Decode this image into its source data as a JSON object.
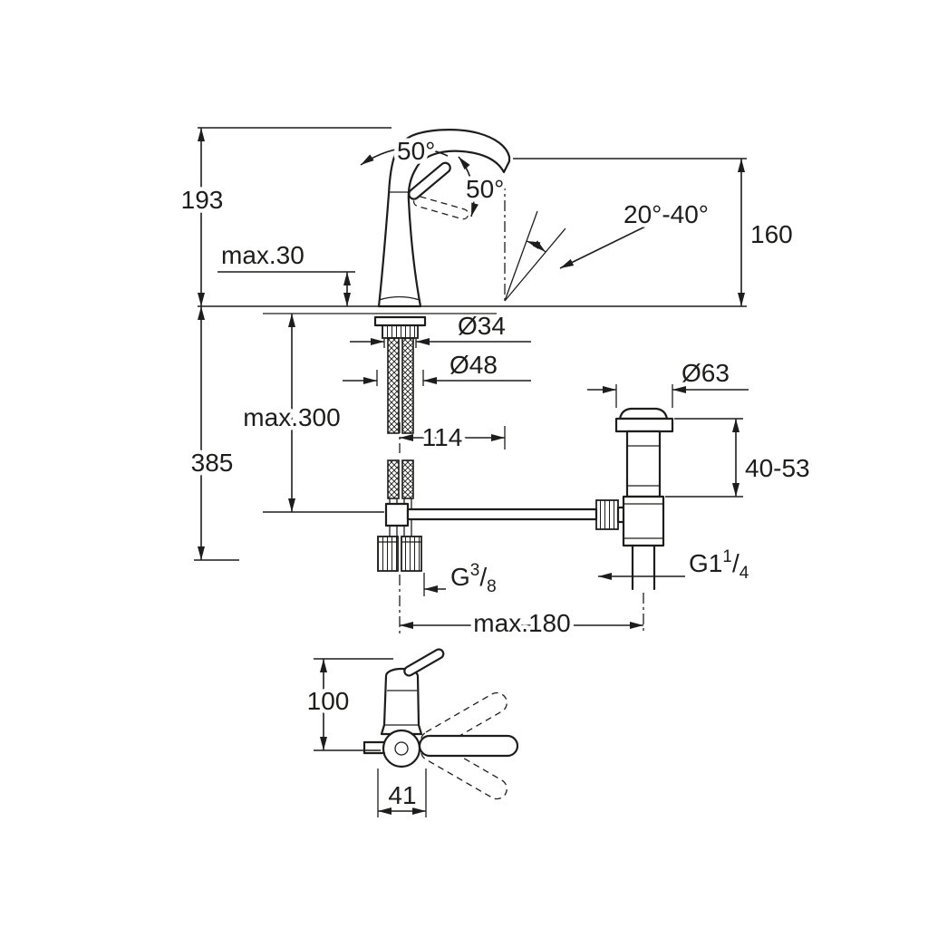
{
  "drawing": {
    "background": "#ffffff",
    "line_color": "#1d1d1b",
    "labels": {
      "overall_height": "193",
      "deck_thickness": "max.30",
      "spout_angle": "50°",
      "handle_angle": "50°",
      "swivel_range": "20°-40°",
      "spout_height": "160",
      "hole_diameter": "Ø34",
      "base_diameter": "Ø48",
      "hose_length": "max.300",
      "total_depth": "385",
      "spout_reach": "114",
      "waste_flange_diameter": "Ø63",
      "waste_height_range": "40-53",
      "waste_thread": {
        "base": "G1",
        "sup": "1",
        "slash": "/",
        "sub": "4"
      },
      "hose_thread": {
        "base": "G",
        "sup": "3",
        "slash": "/",
        "sub": "8"
      },
      "center_distance": "max.180",
      "side_height": "100",
      "side_offset": "41"
    }
  }
}
